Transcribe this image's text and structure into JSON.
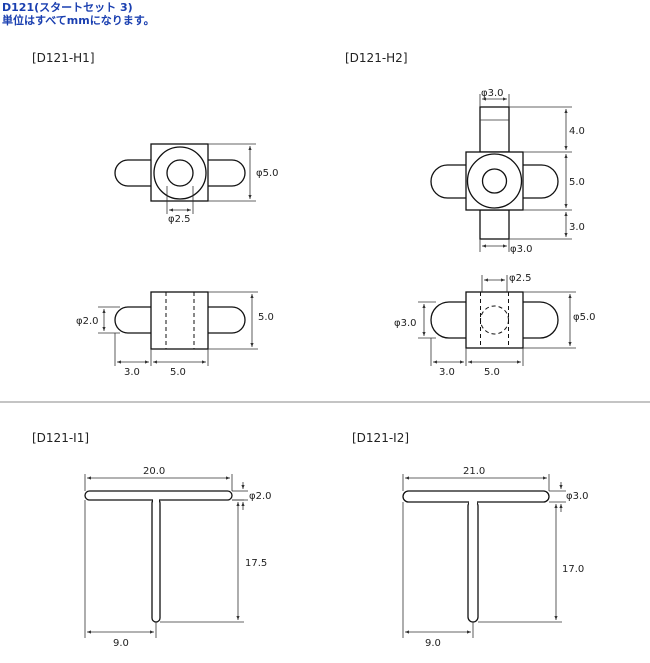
{
  "header": {
    "title": "D121(スタートセット 3)",
    "note": "単位はすべてmmになります。"
  },
  "parts": {
    "h1": {
      "label": "[D121-H1]",
      "front": {
        "height": "φ5.0",
        "hole": "φ2.5"
      },
      "side": {
        "arm": "φ2.0",
        "height": "5.0",
        "arm_length": "3.0",
        "width": "5.0"
      }
    },
    "h2": {
      "label": "[D121-H2]",
      "front": {
        "top_width": "φ3.0",
        "top_length": "4.0",
        "height": "5.0",
        "bottom_length": "3.0",
        "bottom_width": "φ3.0"
      },
      "side": {
        "hole": "φ2.5",
        "arm": "φ3.0",
        "height": "φ5.0",
        "arm_length": "3.0",
        "width": "5.0"
      }
    },
    "i1": {
      "label": "[D121-I1]",
      "top_length": "20.0",
      "top_dia": "φ2.0",
      "stem_length": "17.5",
      "offset": "9.0"
    },
    "i2": {
      "label": "[D121-I2]",
      "top_length": "21.0",
      "top_dia": "φ3.0",
      "stem_length": "17.0",
      "offset": "9.0"
    }
  },
  "colors": {
    "title": "#1a3fb0",
    "line": "#111111",
    "separator": "#888888"
  }
}
